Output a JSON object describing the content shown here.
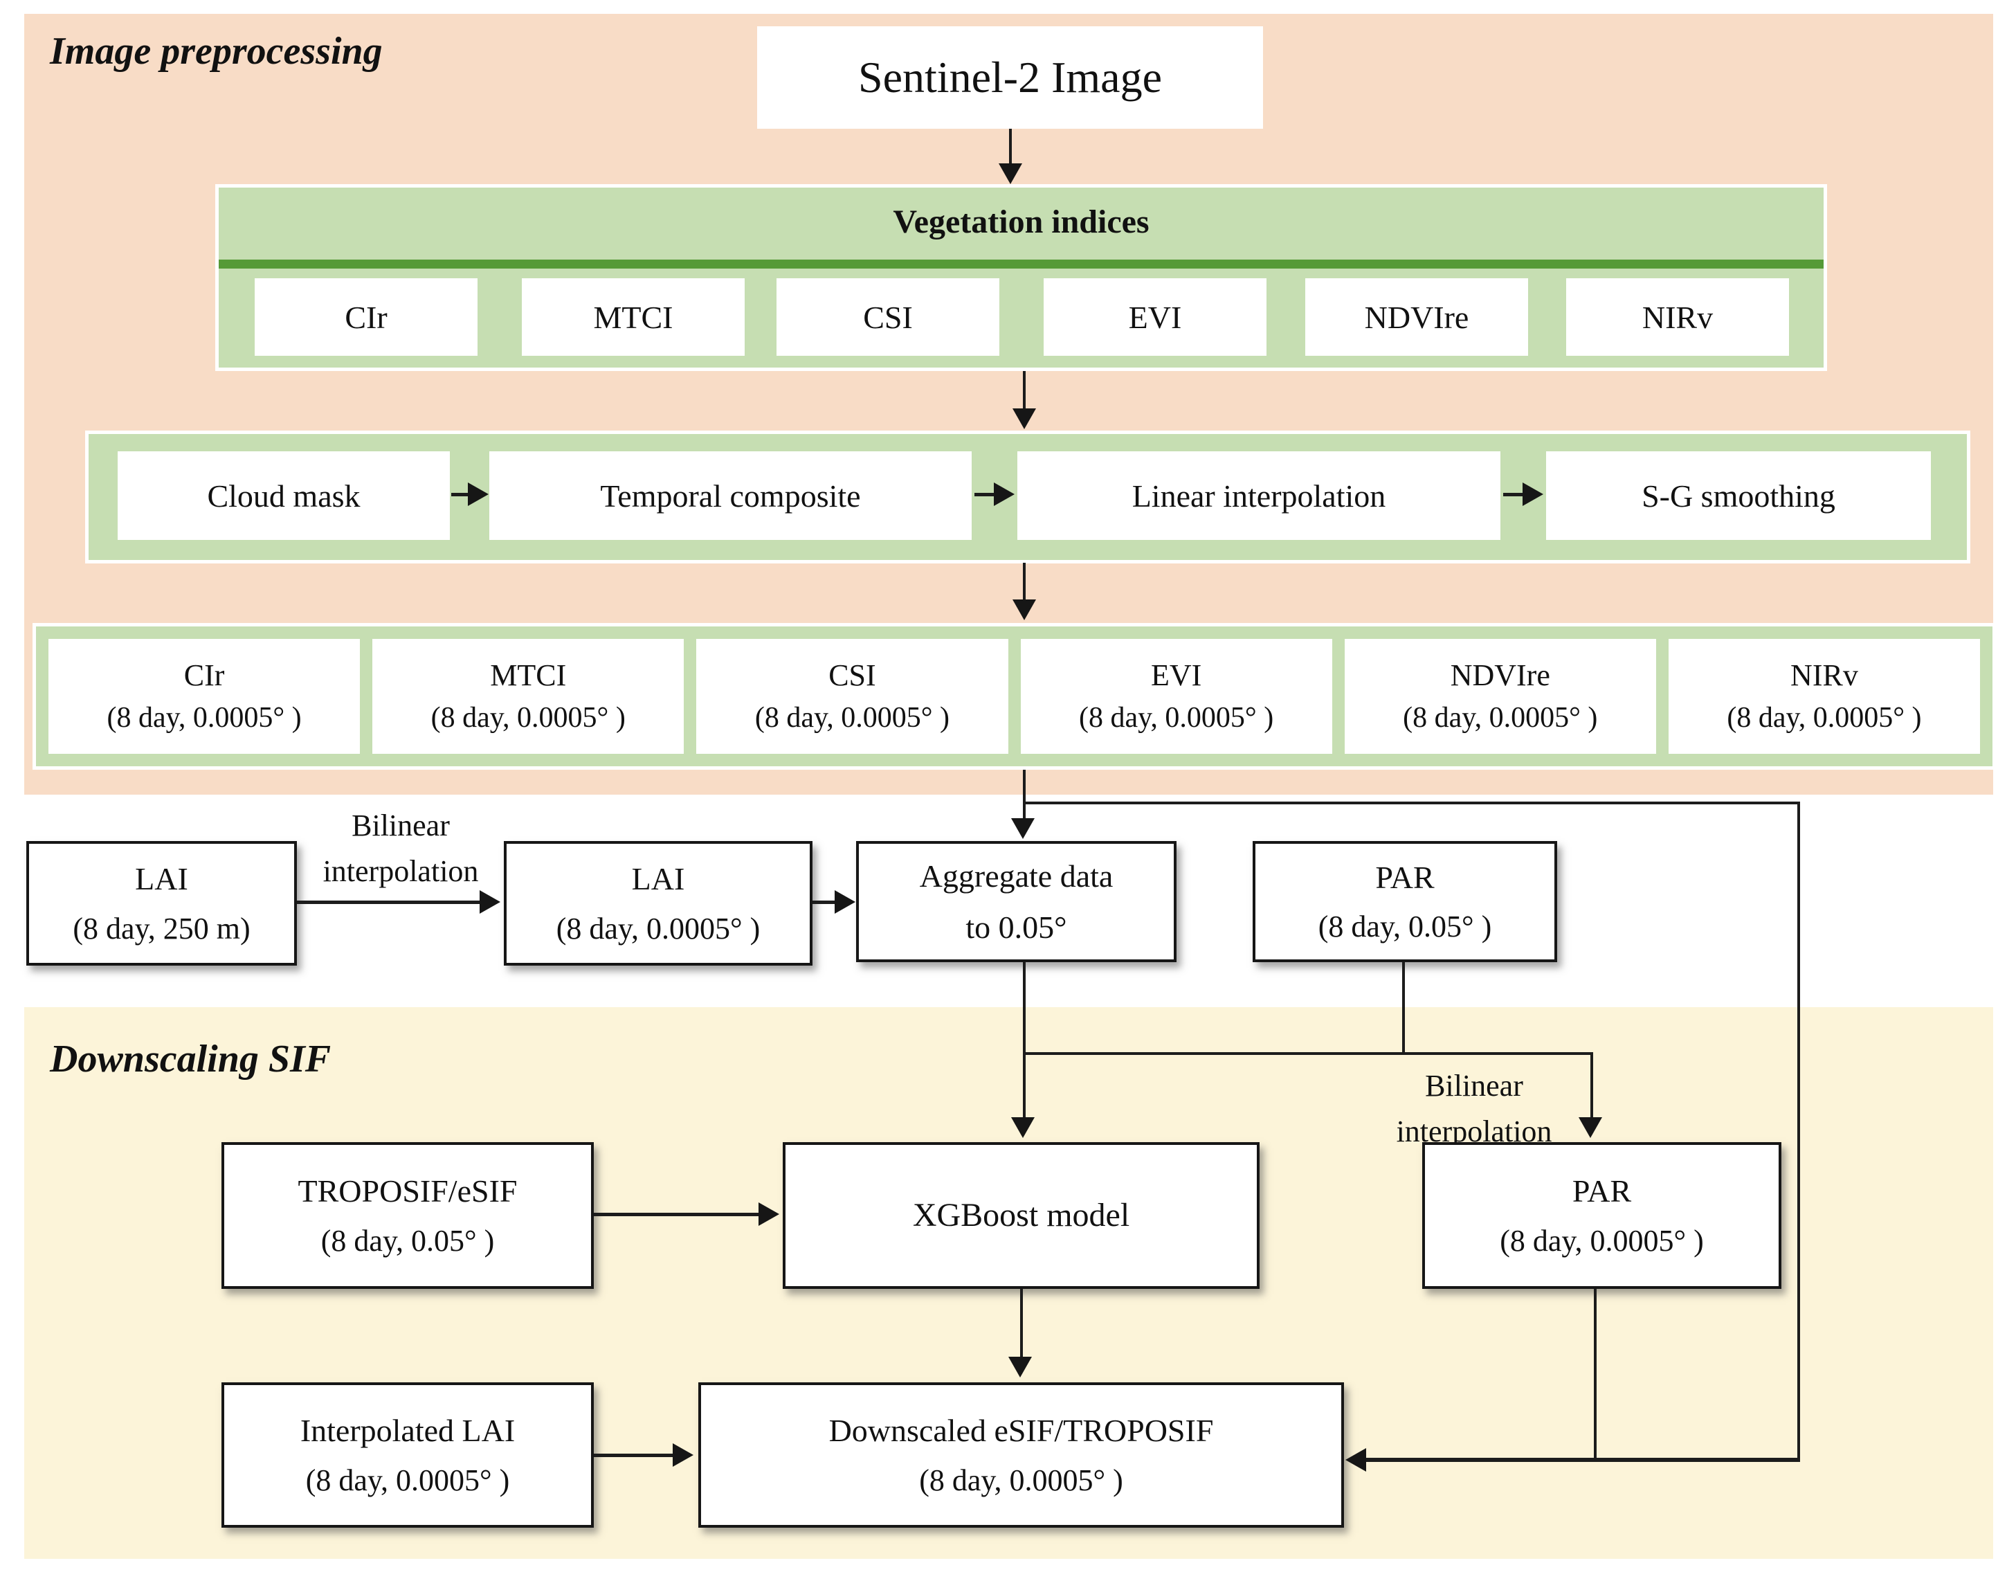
{
  "sections": {
    "preprocessing": "Image preprocessing",
    "downscaling": "Downscaling SIF"
  },
  "nodes": {
    "sentinel": "Sentinel-2 Image",
    "veg_header": "Vegetation indices",
    "veg_indices": [
      "CIr",
      "MTCI",
      "CSI",
      "EVI",
      "NDVIre",
      "NIRv"
    ],
    "chain": [
      "Cloud mask",
      "Temporal composite",
      "Linear interpolation",
      "S-G smoothing"
    ],
    "outputs": [
      {
        "name": "CIr",
        "detail": "(8 day, 0.0005° )"
      },
      {
        "name": "MTCI",
        "detail": "(8 day, 0.0005° )"
      },
      {
        "name": "CSI",
        "detail": "(8 day, 0.0005° )"
      },
      {
        "name": "EVI",
        "detail": "(8 day, 0.0005° )"
      },
      {
        "name": "NDVIre",
        "detail": "(8 day, 0.0005° )"
      },
      {
        "name": "NIRv",
        "detail": "(8 day, 0.0005° )"
      }
    ],
    "lai_250m": {
      "line1": "LAI",
      "line2": "(8 day, 250 m)"
    },
    "lai_0005": {
      "line1": "LAI",
      "line2": "(8 day, 0.0005° )"
    },
    "aggregate": {
      "line1": "Aggregate data",
      "line2": "to 0.05°"
    },
    "par_005": {
      "line1": "PAR",
      "line2": "(8 day, 0.05° )"
    },
    "troposif": {
      "line1": "TROPOSIF/eSIF",
      "line2": "(8 day, 0.05° )"
    },
    "xgboost": "XGBoost model",
    "par_0005": {
      "line1": "PAR",
      "line2": "(8 day, 0.0005° )"
    },
    "interpolated_lai": {
      "line1": "Interpolated LAI",
      "line2": "(8 day, 0.0005° )"
    },
    "downscaled": {
      "line1": "Downscaled eSIF/TROPOSIF",
      "line2": "(8 day, 0.0005° )"
    }
  },
  "edge_labels": {
    "bilinear_left": {
      "line1": "Bilinear",
      "line2": "interpolation"
    },
    "bilinear_right": {
      "line1": "Bilinear",
      "line2": "interpolation"
    }
  },
  "colors": {
    "preprocessing_bg": "#f8dcc6",
    "downscaling_bg": "#fcf4d9",
    "green_panel": "#c6deb2",
    "green_divider": "#569a37",
    "node_border": "#161616",
    "arrow": "#1c1c1c",
    "box_bg": "#ffffff"
  }
}
